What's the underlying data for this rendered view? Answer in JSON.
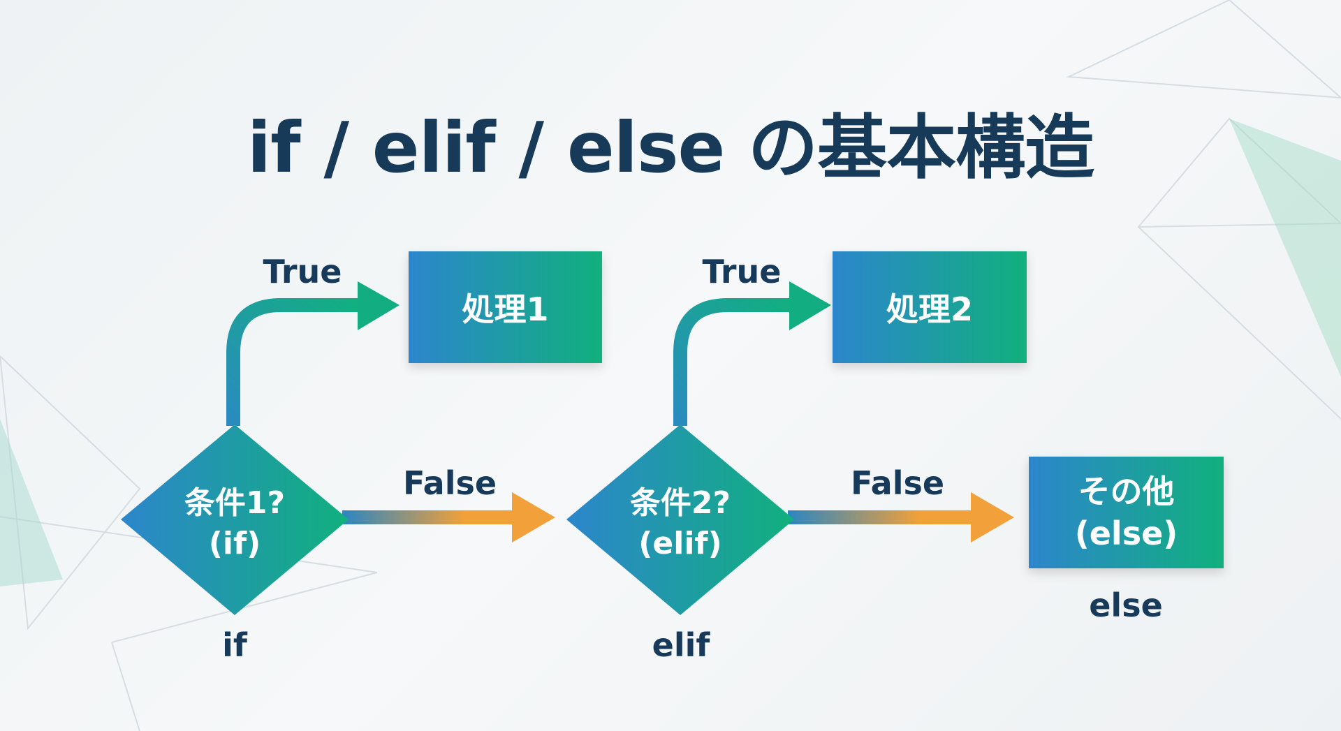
{
  "title": "if / elif / else の基本構造",
  "nodes": {
    "cond1": {
      "line1": "条件1?",
      "line2": "(if)",
      "caption": "if"
    },
    "cond2": {
      "line1": "条件2?",
      "line2": "(elif)",
      "caption": "elif"
    },
    "process1": "処理1",
    "process2": "処理2",
    "else_box": {
      "line1": "その他",
      "line2": "(else)",
      "caption": "else"
    }
  },
  "edges": {
    "true1": "True",
    "false1": "False",
    "true2": "True",
    "false2": "False"
  },
  "colors": {
    "title": "#163a58",
    "blue": "#2c86cc",
    "green": "#11b07d",
    "orange": "#f2a03a"
  }
}
